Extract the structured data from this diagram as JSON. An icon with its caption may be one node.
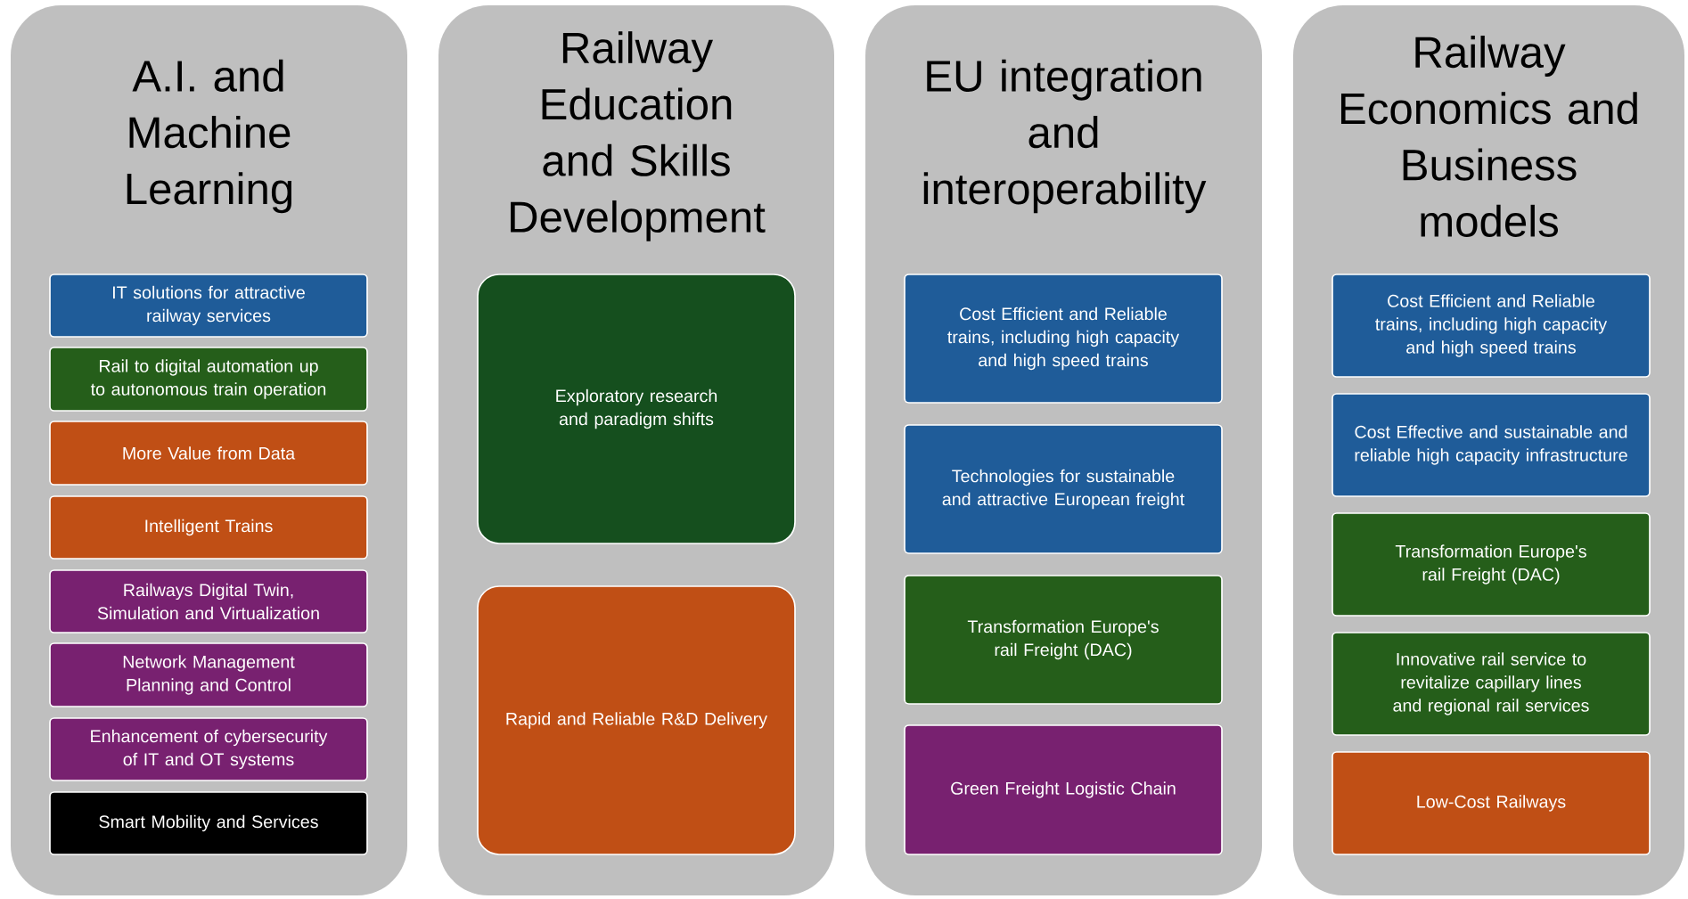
{
  "diagram": {
    "nodes": [
      {
        "text": [
          "A.I. and Machine Learning"
        ]
      },
      {
        "text": [
          "IT solutions for attractive railway services"
        ],
        "in": 0
      },
      {
        "text": [
          "Rail to digital automation up to autonomous train operation"
        ],
        "in": 0
      },
      {
        "text": [
          "More Value from Data"
        ],
        "in": 0
      },
      {
        "text": [
          "Intelligent Trains"
        ],
        "in": 0
      },
      {
        "text": [
          "Railways Digital Twin, Simulation and Virtualization"
        ],
        "in": 0
      },
      {
        "text": [
          "Network Management Planning and Control"
        ],
        "in": 0
      },
      {
        "text": [
          "Enhancement of cybersecurity of IT and OT systems"
        ],
        "in": 0
      },
      {
        "text": [
          "Smart Mobility and Services"
        ],
        "in": 0
      },
      {
        "text": [
          "Railway Education and Skills Development"
        ]
      },
      {
        "text": [
          "Exploratory research and paradigm shifts"
        ],
        "in": 9
      },
      {
        "text": [
          "Rapid and Reliable R&D Delivery"
        ],
        "in": 9
      },
      {
        "text": [
          "EU integration and interoperability"
        ]
      },
      {
        "text": [
          "Cost Efficient and Reliable trains, including high capacity and high speed trains"
        ],
        "in": 12
      },
      {
        "text": [
          "Technologies for sustainable and attractive European freight"
        ],
        "in": 12
      },
      {
        "text": [
          "Transformation Europe's rail Freight (DAC)"
        ],
        "in": 12
      },
      {
        "text": [
          "Green Freight Logistic Chain"
        ],
        "in": 12
      },
      {
        "text": [
          "Railway Economics and Business models"
        ]
      },
      {
        "text": [
          "Cost Efficient and Reliable trains, including high capacity and high speed trains"
        ],
        "in": 17
      },
      {
        "text": [
          "Cost Effective and sustainable and reliable high capacity infrastructure"
        ],
        "in": 17
      },
      {
        "text": [
          "Transformation Europe's rail Freight (DAC)"
        ],
        "in": 17
      },
      {
        "text": [
          "Innovative rail service to revitalize capillary lines and regional rail services"
        ],
        "in": 17
      },
      {
        "text": [
          "Low-Cost Railways"
        ],
        "in": 17
      }
    ],
    "edges": []
  }
}
